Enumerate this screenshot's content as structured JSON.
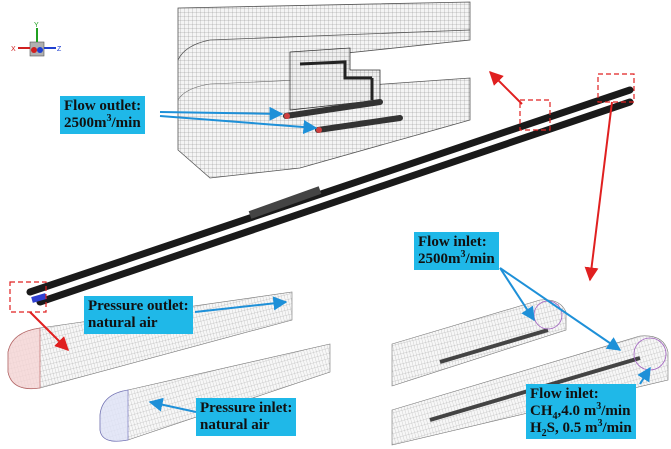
{
  "image": {
    "width": 671,
    "height": 449
  },
  "labels": {
    "flow_outlet": {
      "line1": "Flow outlet:",
      "line2_pre": "2500m",
      "line2_sup": "3",
      "line2_post": "/min"
    },
    "pressure_outlet": {
      "line1": "Pressure outlet:",
      "line2": "natural air"
    },
    "pressure_inlet": {
      "line1": "Pressure inlet:",
      "line2": "natural air"
    },
    "flow_inlet_top": {
      "line1": "Flow inlet:",
      "line2_pre": "2500m",
      "line2_sup": "3",
      "line2_post": "/min"
    },
    "flow_inlet_bottom": {
      "line1": "Flow inlet:",
      "line2_a": "CH",
      "line2_sub": "4",
      "line2_b": ",4.0 m",
      "line2_sup": "3",
      "line2_c": "/min",
      "line3_a": "H",
      "line3_sub": "2",
      "line3_b": "S, 0.5 m",
      "line3_sup": "3",
      "line3_c": "/min"
    }
  },
  "axes": {
    "x": "X",
    "y": "Y",
    "z": "Z"
  },
  "colors": {
    "label_bg": "#1fb8e8",
    "arrow_blue": "#1e90d8",
    "arrow_red": "#e02020",
    "mesh_grey": "#8a8a8a",
    "tunnel_dark": "#1a1a1a"
  }
}
